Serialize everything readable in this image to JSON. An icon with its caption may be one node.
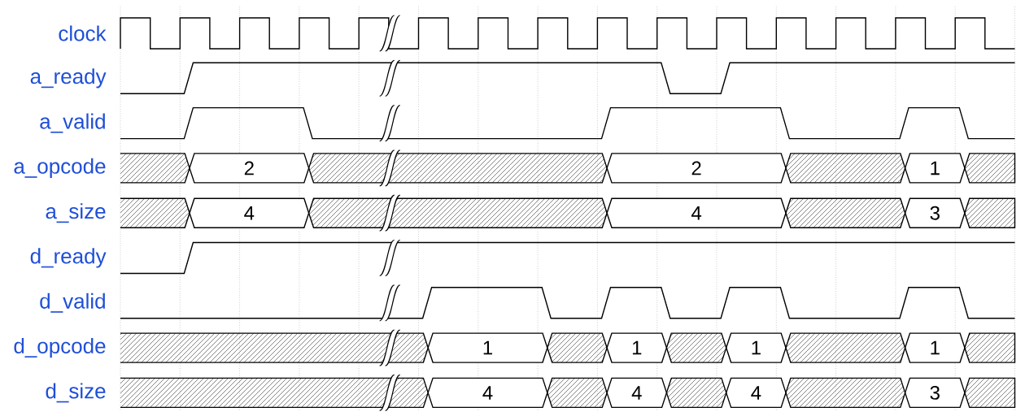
{
  "diagram": {
    "nodes": [
      {
        "text": [
          "2"
        ]
      },
      {
        "text": [
          "2"
        ]
      },
      {
        "text": [
          "1"
        ]
      },
      {
        "text": [
          "4"
        ]
      },
      {
        "text": [
          "4"
        ]
      },
      {
        "text": [
          "3"
        ]
      },
      {
        "text": [
          "1"
        ]
      },
      {
        "text": [
          "1"
        ]
      },
      {
        "text": [
          "1"
        ]
      },
      {
        "text": [
          "1"
        ]
      },
      {
        "text": [
          "4"
        ]
      },
      {
        "text": [
          "4"
        ]
      },
      {
        "text": [
          "4"
        ]
      },
      {
        "text": [
          "3"
        ]
      }
    ],
    "labels": [
      "clock",
      "a_ready",
      "a_valid",
      "a_opcode",
      "a_size",
      "d_ready",
      "d_valid",
      "d_opcode",
      "d_size"
    ]
  }
}
